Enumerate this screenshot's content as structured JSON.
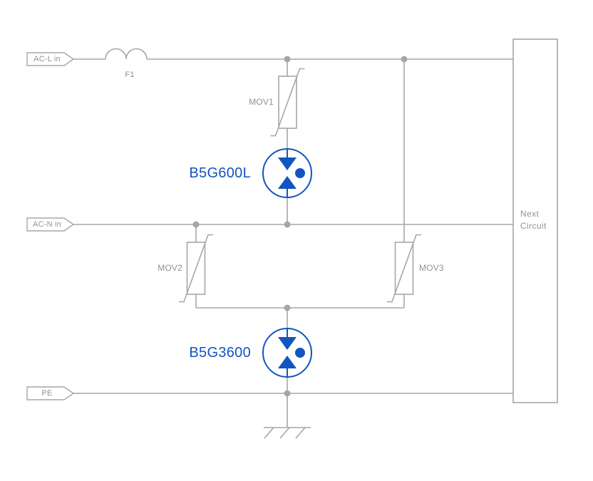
{
  "colors": {
    "background": "#ffffff",
    "line": "#a3a7ab",
    "label": "#8d9297",
    "accent": "#1155c0"
  },
  "terminals": {
    "ac_l": "AC-L in",
    "ac_n": "AC-N in",
    "pe": "PE"
  },
  "components": {
    "fuse": "F1",
    "mov1": "MOV1",
    "mov2": "MOV2",
    "mov3": "MOV3",
    "gdt1": "B5G600L",
    "gdt2": "B5G3600"
  },
  "next_circuit": {
    "line1": "Next",
    "line2": "Circuit"
  }
}
